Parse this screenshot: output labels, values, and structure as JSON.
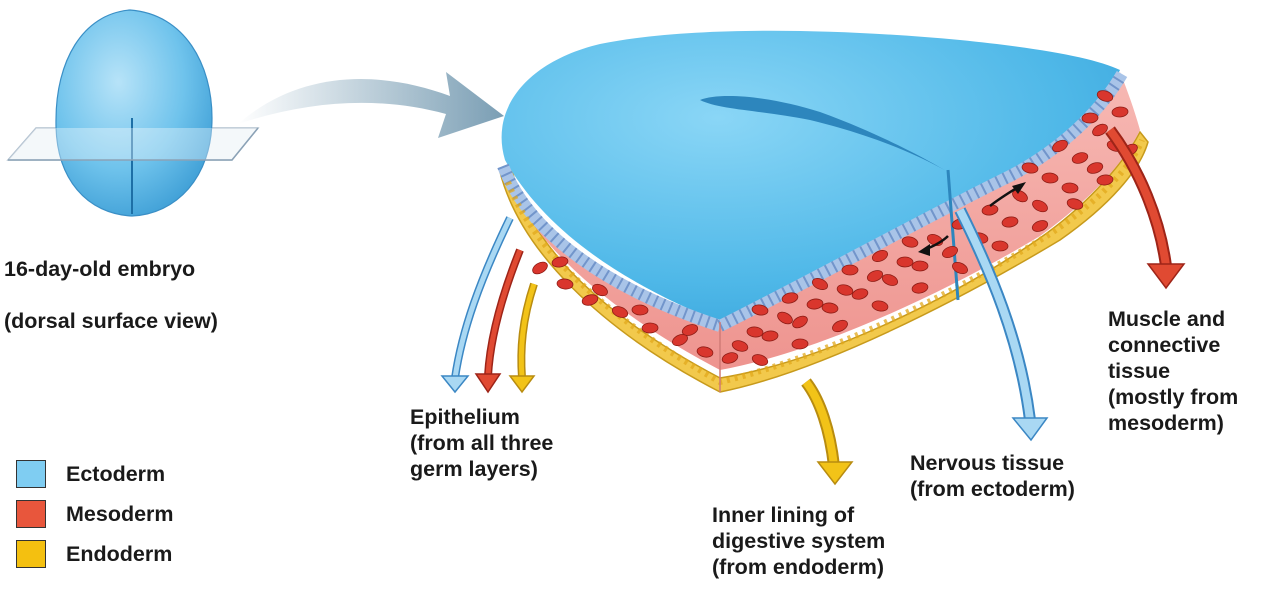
{
  "embryo": {
    "caption_line1": "16-day-old embryo",
    "caption_line2": "(dorsal surface view)"
  },
  "labels": {
    "epithelium": "Epithelium\n(from all three\ngerm layers)",
    "inner_lining": "Inner lining of\ndigestive system\n(from endoderm)",
    "nervous": "Nervous tissue\n(from ectoderm)",
    "muscle": "Muscle and\nconnective\ntissue\n(mostly from\nmesoderm)"
  },
  "legend": [
    {
      "label": "Ectoderm",
      "color": "#7fcdf2"
    },
    {
      "label": "Mesoderm",
      "color": "#e8563c"
    },
    {
      "label": "Endoderm",
      "color": "#f4c010"
    }
  ],
  "colors": {
    "ectoderm": "#5bbde9",
    "ectoderm_cells": "#a9c4e8",
    "mesoderm": "#f2a7a4",
    "mesoderm_cells": "#d9362d",
    "endoderm": "#f2c94c",
    "arrow_blue": "#9fd3f1",
    "arrow_red": "#e04a32",
    "arrow_yellow": "#f2c318"
  }
}
